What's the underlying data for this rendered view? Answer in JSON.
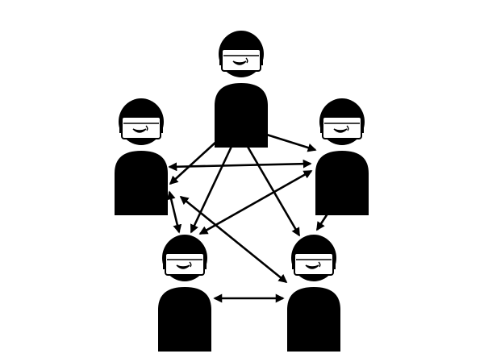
{
  "diagram": {
    "type": "network",
    "ink_color": "#000000",
    "background_color": "#ffffff",
    "nodes": [
      {
        "id": "top",
        "icon": "person-icon"
      },
      {
        "id": "left",
        "icon": "person-icon"
      },
      {
        "id": "right",
        "icon": "person-icon"
      },
      {
        "id": "bottom-left",
        "icon": "person-icon"
      },
      {
        "id": "bottom-right",
        "icon": "person-icon"
      }
    ],
    "edges": [
      {
        "from": "top",
        "to": "left",
        "bidirectional": true
      },
      {
        "from": "top",
        "to": "right",
        "bidirectional": true
      },
      {
        "from": "top",
        "to": "bottom-left",
        "bidirectional": true
      },
      {
        "from": "top",
        "to": "bottom-right",
        "bidirectional": true
      },
      {
        "from": "left",
        "to": "right",
        "bidirectional": true
      },
      {
        "from": "left",
        "to": "bottom-left",
        "bidirectional": true
      },
      {
        "from": "left",
        "to": "bottom-right",
        "bidirectional": true
      },
      {
        "from": "right",
        "to": "bottom-left",
        "bidirectional": true
      },
      {
        "from": "right",
        "to": "bottom-right",
        "bidirectional": true
      },
      {
        "from": "bottom-left",
        "to": "bottom-right",
        "bidirectional": true
      }
    ]
  }
}
